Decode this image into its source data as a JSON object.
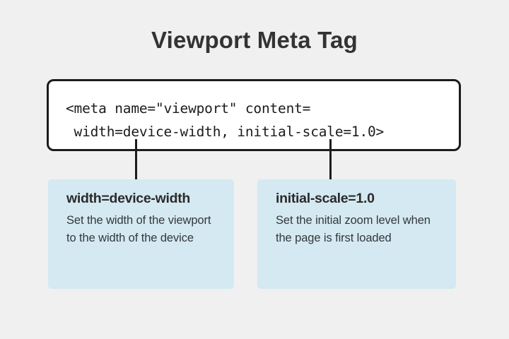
{
  "page": {
    "background_color": "#f0f0f0",
    "title": "Viewport Meta Tag"
  },
  "code_block": {
    "line1": "<meta name=\"viewport\" content=",
    "line2": " width=device-width, initial-scale=1.0>",
    "border_color": "#1c1c1c",
    "background_color": "#ffffff"
  },
  "callouts": [
    {
      "id": "width-device-width",
      "heading": "width=device-width",
      "body": "Set the width of the viewport to the width of the device",
      "background_color": "#d4e9f1"
    },
    {
      "id": "initial-scale",
      "heading": "initial-scale=1.0",
      "body": "Set the initial zoom level when the page is first loaded",
      "background_color": "#d4e9f1"
    }
  ],
  "connectors": {
    "color": "#1c1c1c",
    "left_label": "connector-to-width-callout",
    "right_label": "connector-to-initial-scale-callout"
  }
}
